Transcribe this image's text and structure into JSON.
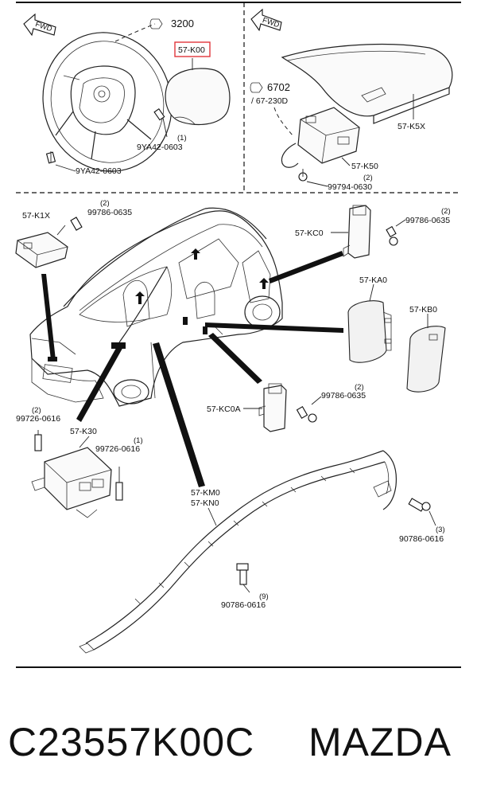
{
  "parts": {
    "steering_ref": "3200",
    "driver_airbag": "57-K00",
    "bolt_9ya42_0603_label": "9YA42-0603",
    "bolt_9ya42_0603_qty": "(1)",
    "bolt_9ya42_0603_b": "9YA42-0603",
    "wiring_ref": "6702",
    "wiring_sub_ref": "/ 67-230D",
    "passenger_cover": "57-K5X",
    "passenger_airbag": "57-K50",
    "bolt_99794_0630_qty": "(2)",
    "bolt_99794_0630": "99794-0630",
    "front_sensor": "57-K1X",
    "front_sensor_bolt_qty": "(2)",
    "front_sensor_bolt": "99786-0635",
    "side_sensor_rear": "57-KC0",
    "side_sensor_rear_bolt_qty": "(2)",
    "side_sensor_rear_bolt": "99786-0635",
    "seat_airbag_left": "57-KA0",
    "seat_airbag_right": "57-KB0",
    "side_sensor_front": "57-KC0A",
    "side_sensor_front_bolt_qty": "(2)",
    "side_sensor_front_bolt": "99786-0635",
    "sdm_bolt_a_qty": "(2)",
    "sdm_bolt_a": "99726-0616",
    "sdm_unit": "57-K30",
    "sdm_bolt_b_qty": "(1)",
    "sdm_bolt_b": "99726-0616",
    "curtain_left": "57-KM0",
    "curtain_right": "57-KN0",
    "curtain_bolt_a_qty": "(3)",
    "curtain_bolt_a": "90786-0616",
    "curtain_bolt_b_qty": "(9)",
    "curtain_bolt_b": "90786-0616"
  },
  "fwd_icon_text": "FWD",
  "caption": {
    "part_code": "C23557K00C",
    "brand": "MAZDA"
  },
  "highlight_color": "#e0353b"
}
